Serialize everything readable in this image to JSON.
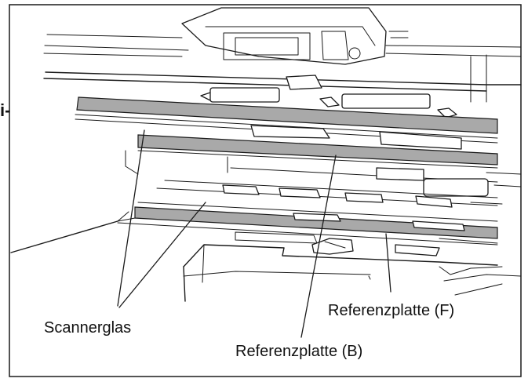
{
  "margin_stub": "i-",
  "labels": {
    "scanner_glass": "Scannerglas",
    "reference_plate_b": "Referenzplatte (B)",
    "reference_plate_f": "Referenzplatte (F)"
  },
  "colors": {
    "frame": "#1a1a1a",
    "glass_gray": "#a9a9a9",
    "background": "#ffffff"
  }
}
